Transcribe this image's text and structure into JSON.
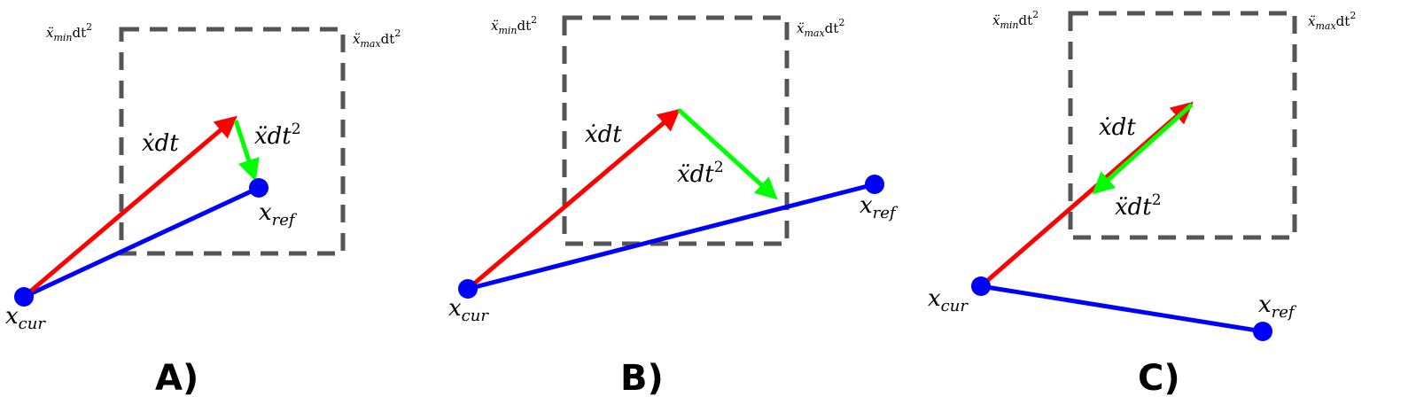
{
  "colors": {
    "velocity": "#ff0000",
    "acceleration": "#00ff00",
    "reference_line": "#0000ff",
    "box": "#555555"
  },
  "labels": {
    "acc_min": "ẍ",
    "acc_min_sub": "min",
    "acc_max": "ẍ",
    "acc_max_sub": "max",
    "dt2_main": "dt",
    "dt2_sup": "2",
    "vel": "ẋdt",
    "acc": "ẍdt",
    "acc_sup": "2",
    "x": "x",
    "cur_sub": "cur",
    "ref_sub": "ref"
  },
  "panels": [
    {
      "id": "a",
      "label": "A)"
    },
    {
      "id": "b",
      "label": "B)"
    },
    {
      "id": "c",
      "label": "C)"
    }
  ]
}
